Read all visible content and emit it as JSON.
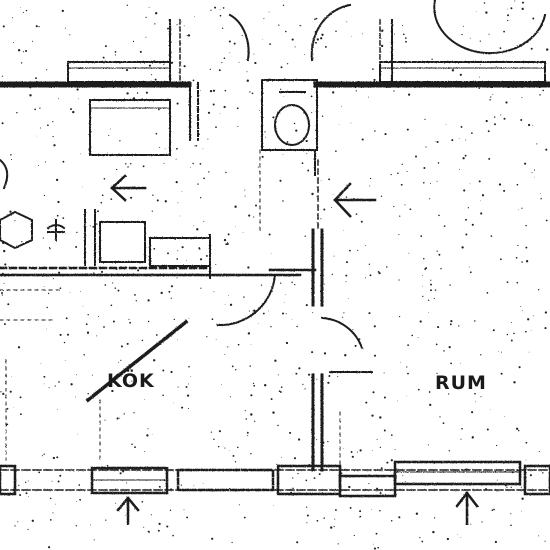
{
  "plan": {
    "rooms": [
      {
        "id": "kitchen",
        "label": "KÖK"
      },
      {
        "id": "room",
        "label": "RUM"
      }
    ],
    "colors": {
      "ink": "#1a1a1a",
      "paper": "#ffffff"
    },
    "icons": [
      "arrow-left-icon",
      "arrow-up-icon",
      "door-swing-icon",
      "stove-icon",
      "toilet-icon"
    ]
  }
}
